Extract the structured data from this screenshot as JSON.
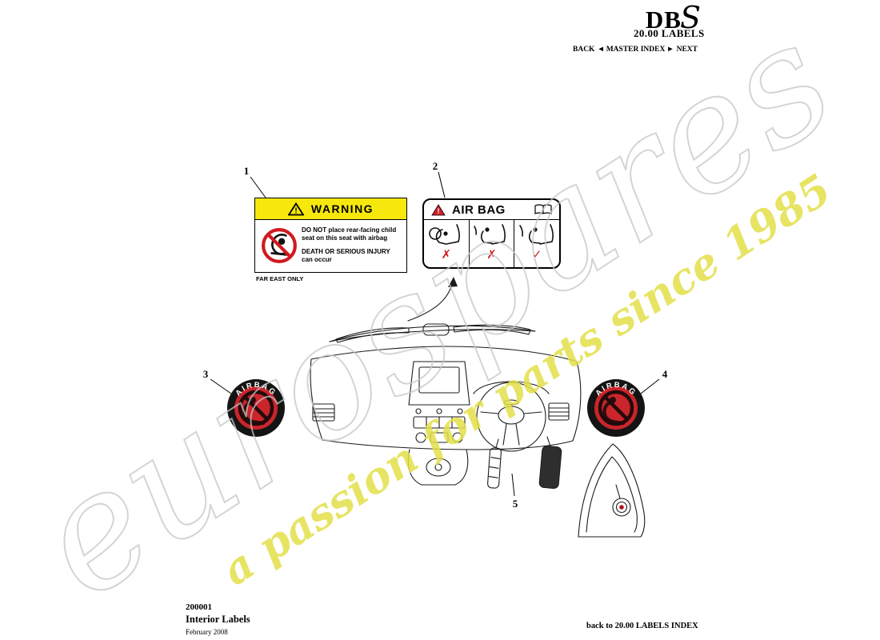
{
  "header": {
    "logo_db": "DB",
    "logo_s": "S",
    "section_title": "20.00 LABELS",
    "nav": {
      "back": "BACK",
      "back_arrow": "◄",
      "master_index": "MASTER INDEX",
      "next_arrow": "►",
      "next": "NEXT"
    }
  },
  "watermark": {
    "brand": "eurospares",
    "tagline": "a passion for parts since 1985",
    "brand_outline_color": "#c6c6c6",
    "tagline_color": "#e3e04a"
  },
  "diagram": {
    "callouts": [
      "1",
      "2",
      "3",
      "4",
      "5"
    ],
    "warning_label": {
      "title": "WARNING",
      "body_line1": "DO NOT place rear-facing child",
      "body_line2": "seat on this seat with airbag",
      "body_line3": "DEATH OR SERIOUS INJURY",
      "body_line4": "can occur",
      "footnote": "FAR EAST ONLY",
      "header_bg": "#f6e80c",
      "prohibition_color": "#cf1a1f"
    },
    "airbag_label": {
      "title": "AIR BAG",
      "mark1": "✗",
      "mark2": "✗",
      "mark3": "✓",
      "mark_color": "#cf1a1f"
    },
    "round_label": {
      "text": "AIRBAG",
      "outer_color": "#141414",
      "center_color": "#c9252b"
    }
  },
  "footer": {
    "part_number": "200001",
    "title": "Interior Labels",
    "date": "February 2008",
    "index_link": "back to 20.00 LABELS INDEX"
  }
}
